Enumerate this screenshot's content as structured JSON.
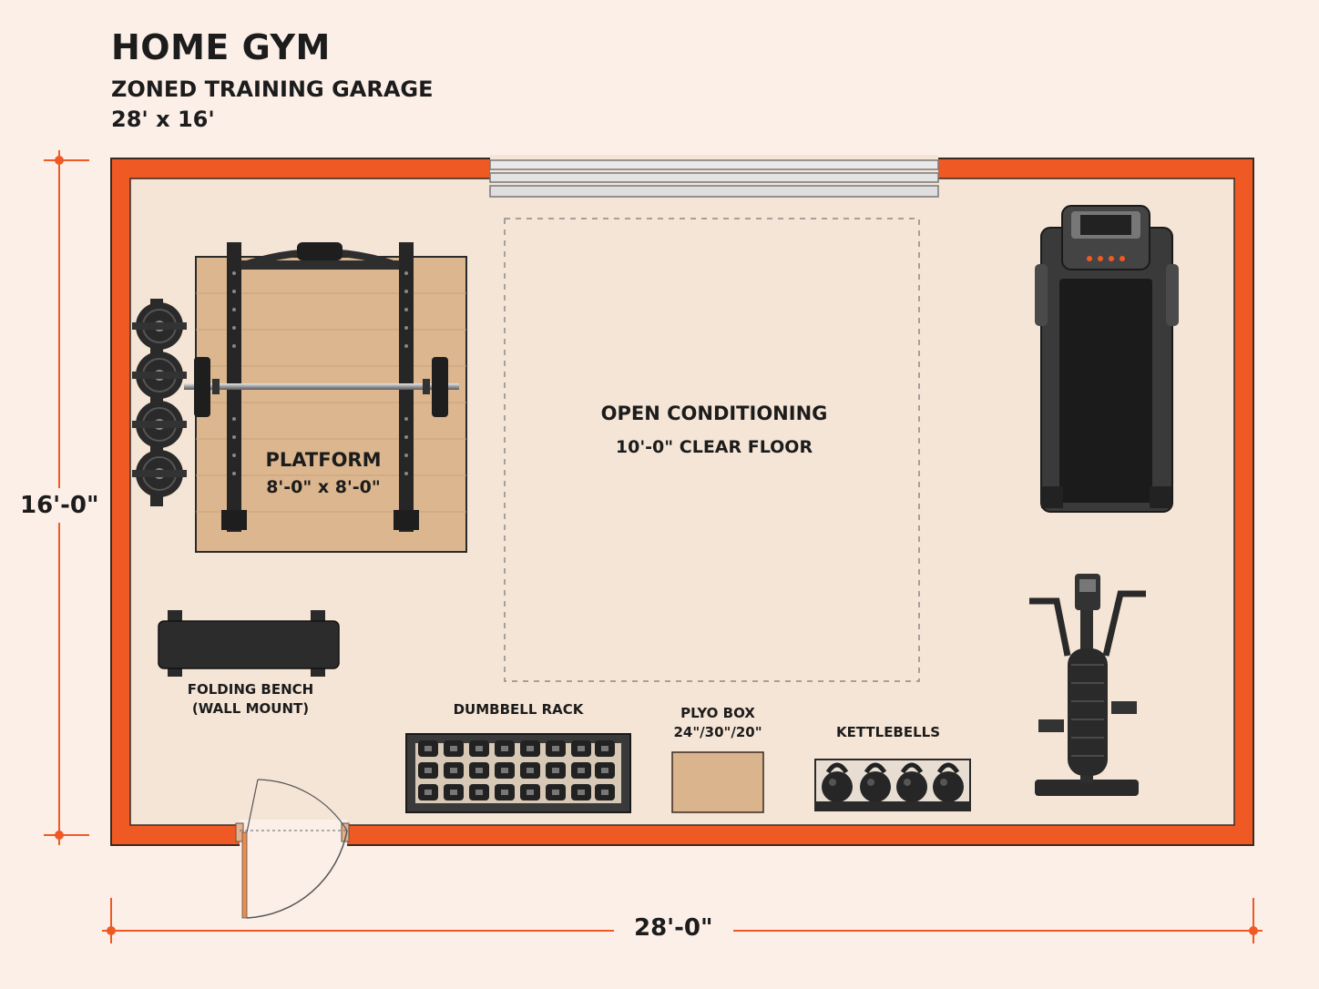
{
  "header": {
    "title": "HOME GYM",
    "subtitle": "ZONED TRAINING GARAGE",
    "size": "28' x 16'"
  },
  "dimensions": {
    "height": "16'-0\"",
    "width": "28'-0\""
  },
  "zones": {
    "platform": {
      "name": "PLATFORM",
      "size": "8'-0\" x 8'-0\""
    },
    "open_area": {
      "name": "OPEN CONDITIONING",
      "note": "10'-0\" CLEAR FLOOR"
    }
  },
  "equipment": {
    "bench_line1": "FOLDING BENCH",
    "bench_line2": "(WALL MOUNT)",
    "dumbbell_rack": "DUMBBELL RACK",
    "plyo_line1": "PLYO BOX",
    "plyo_line2": "24\"/30\"/20\"",
    "kettlebells": "KETTLEBELLS"
  },
  "colors": {
    "wall": "#ef5a24",
    "floor": "#f5e5d6",
    "platform": "#d9b48c",
    "background": "#fbefe8"
  }
}
